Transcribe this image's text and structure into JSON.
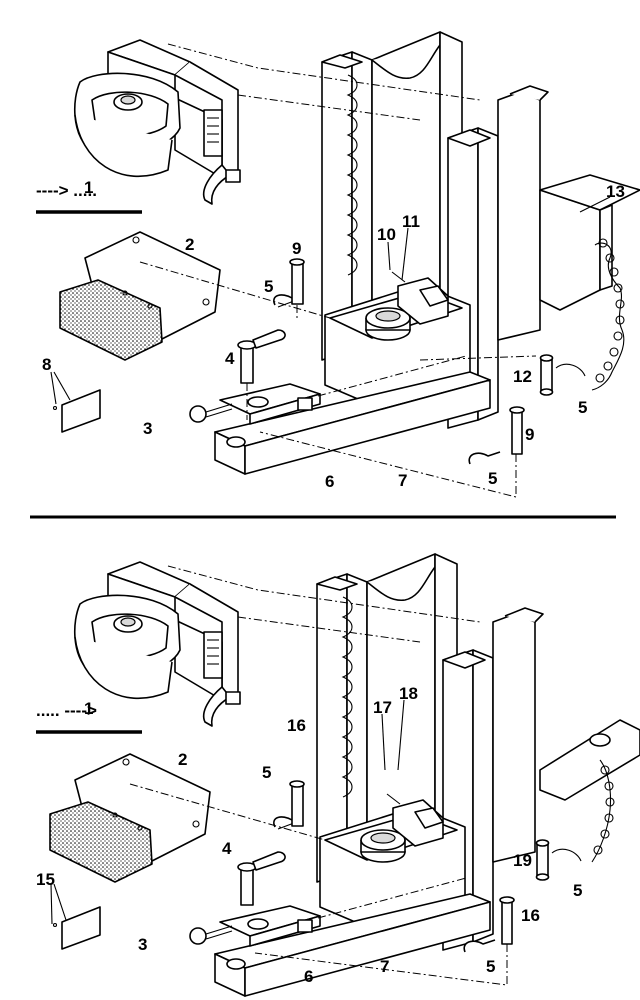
{
  "top_view": {
    "callouts": [
      "1",
      "2",
      "3",
      "4",
      "5",
      "5",
      "5",
      "6",
      "7",
      "8",
      "9",
      "9",
      "10",
      "11",
      "12",
      "13"
    ],
    "direction_arrow": "---->  ....."
  },
  "bottom_view": {
    "callouts": [
      "1",
      "2",
      "3",
      "4",
      "5",
      "5",
      "5",
      "6",
      "7",
      "15",
      "16",
      "16",
      "17",
      "18",
      "19"
    ],
    "direction_arrow": ".....  ---->"
  }
}
